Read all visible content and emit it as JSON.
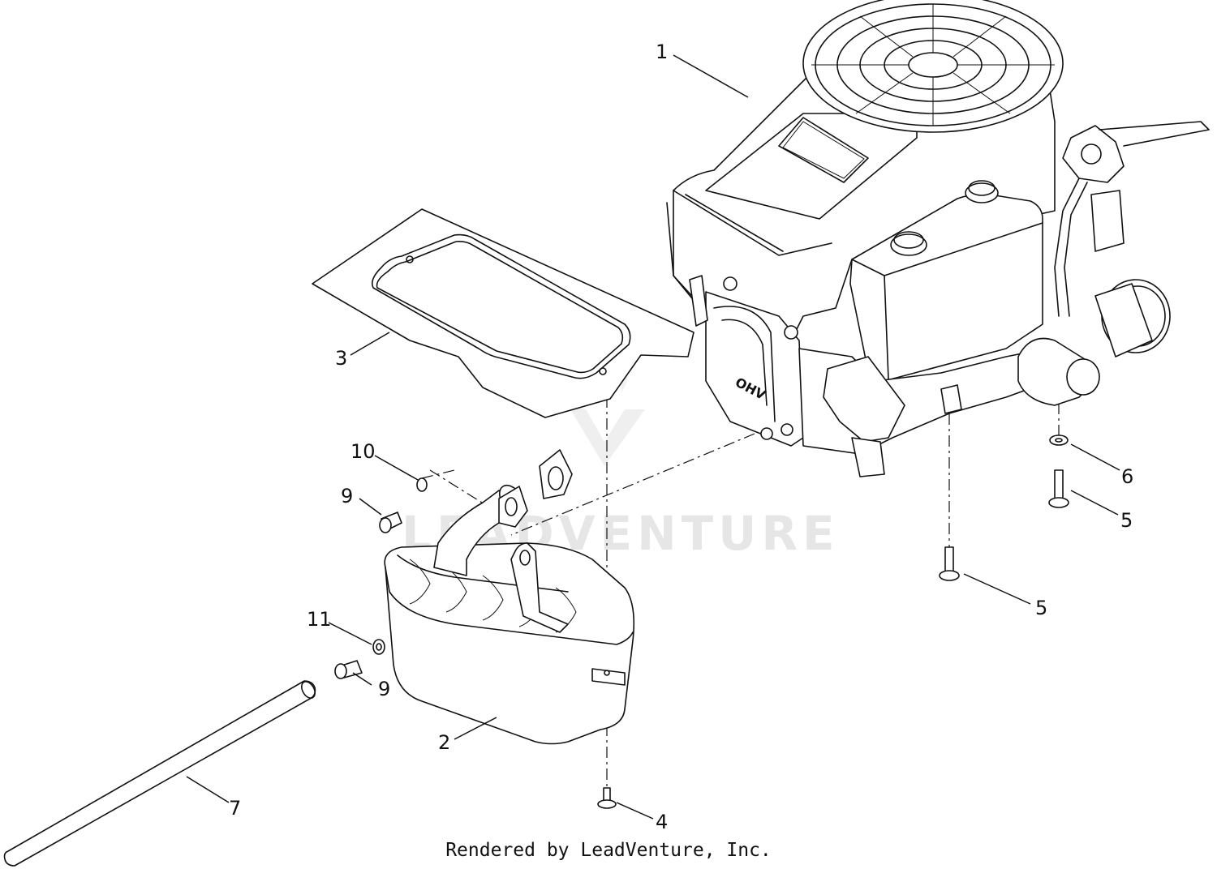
{
  "callouts": {
    "c1": "1",
    "c2": "2",
    "c3": "3",
    "c4": "4",
    "c5a": "5",
    "c5b": "5",
    "c6": "6",
    "c7": "7",
    "c9a": "9",
    "c9b": "9",
    "c10": "10",
    "c11": "11"
  },
  "watermark": "LEADVENTURE",
  "footer": "Rendered by LeadVenture, Inc.",
  "engine_label": "OHV"
}
